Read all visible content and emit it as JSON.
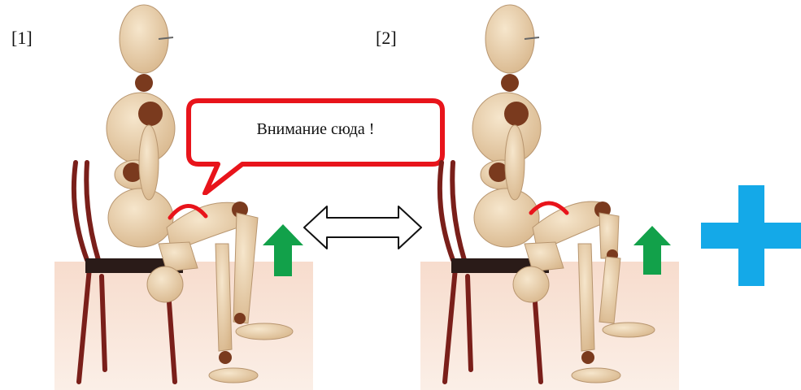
{
  "labels": {
    "first": "[1]",
    "second": "[2]"
  },
  "callout": {
    "text": "Внимание сюда !"
  },
  "colors": {
    "highlight_red": "#e8141b",
    "arrow_green": "#12a14a",
    "plus_blue": "#14a9e8",
    "floor_pink": "#f4d2c0",
    "chair_brown": "#7a1f1a",
    "body_wood": "#e9cfa8",
    "joint_brown": "#7a3a1e"
  },
  "icons": {
    "up_arrow": "green-up-arrow-icon",
    "double_arrow": "double-headed-arrow-icon",
    "plus": "blue-plus-icon"
  }
}
